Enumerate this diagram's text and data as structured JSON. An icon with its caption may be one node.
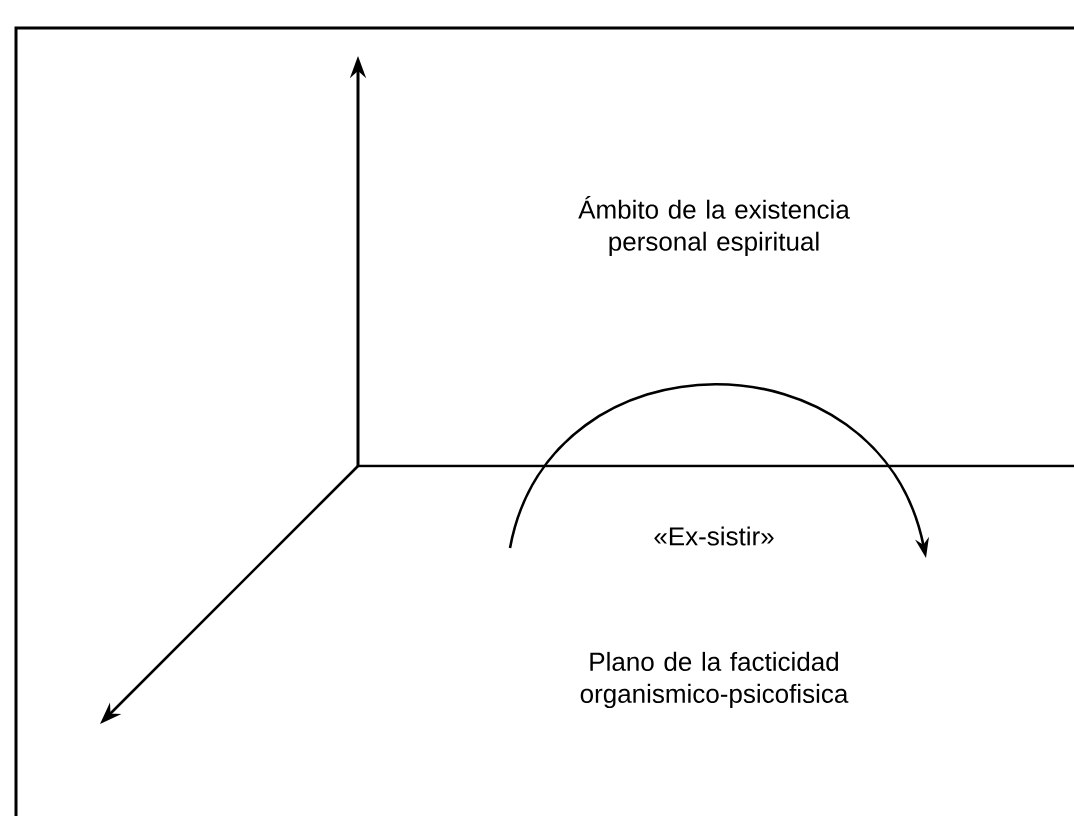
{
  "diagram": {
    "labels": [
      "Ámbito de la existencia personal espiritual",
      "«Ex-sistir»",
      "Plano de la facticidad organismico-psicofisica"
    ]
  }
}
